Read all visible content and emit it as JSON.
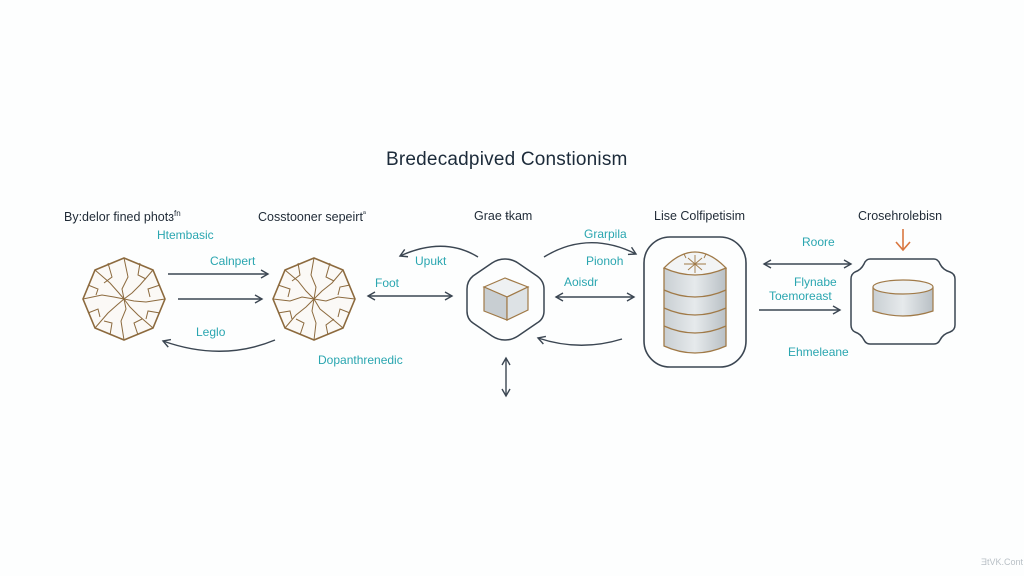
{
  "title": "Bredecadpived Constionism",
  "colors": {
    "background": "#fdfefe",
    "heading_text": "#1f2a36",
    "label_text": "#2aa6b0",
    "arrow": "#3b4652",
    "icon_outline": "#8c6a3e",
    "accent_arrow": "#d9763f"
  },
  "nodes": [
    {
      "id": "node-1",
      "heading": "By:delor fined photɜ",
      "heading_sup": "fn",
      "icon": "crystal-polygon-icon"
    },
    {
      "id": "node-2",
      "heading": "Cosstooner sepeirt",
      "heading_sup": "ᵃ",
      "icon": "crystal-polygon-icon"
    },
    {
      "id": "node-3",
      "heading": "Grae ŧkam",
      "icon": "cube-icon"
    },
    {
      "id": "node-4",
      "heading": "Lise Colfipetisim",
      "icon": "database-cylinder-icon"
    },
    {
      "id": "node-5",
      "heading": "Crosehrolebisn",
      "icon": "disk-cylinder-icon"
    }
  ],
  "labels": {
    "htembasic": "Htembasic",
    "calnpert": "Calnpert",
    "leglo": "Leglo",
    "foot": "Foot",
    "upukt": "Upukt",
    "dopanthrenedic": "Dopanthrenedic",
    "grarpila": "Grarpila",
    "pionoh": "Pionoh",
    "aoisdr": "Aoisdr",
    "roore": "Roore",
    "flynabe": "Flynabe",
    "toemoreast": "Toemoreast",
    "ehmeleane": "Ehmeleane"
  },
  "watermark": "ƎtVK.Cont"
}
